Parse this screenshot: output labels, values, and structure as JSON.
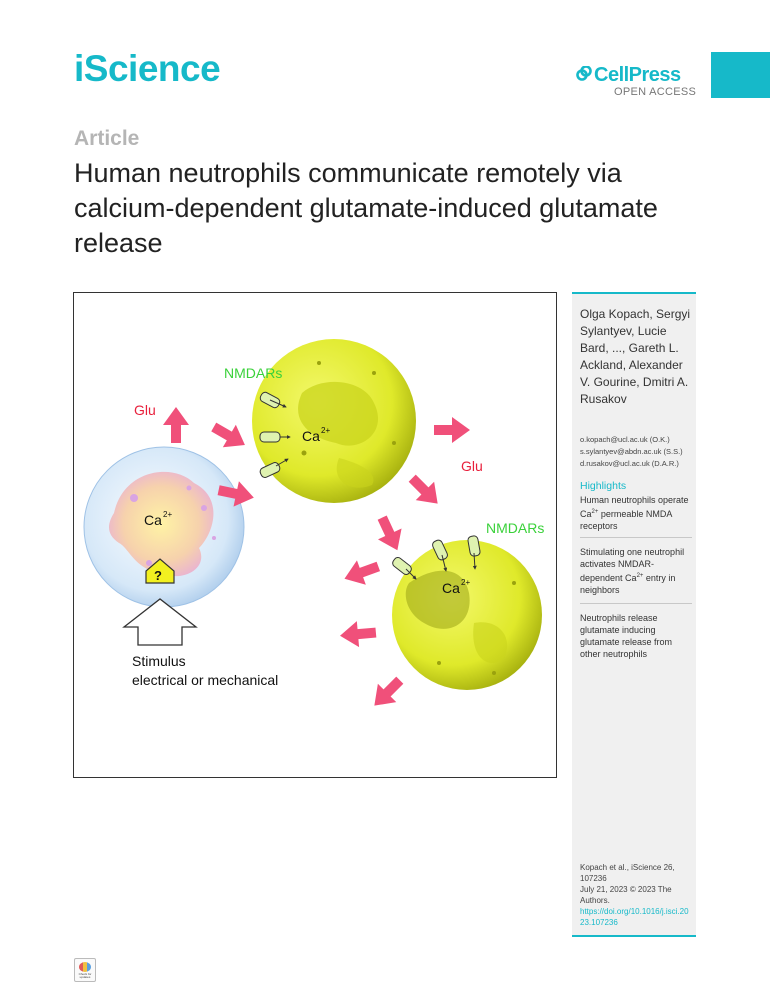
{
  "header": {
    "journal": "iScience",
    "publisher": "CellPress",
    "access": "OPEN ACCESS"
  },
  "article": {
    "type": "Article",
    "title": "Human neutrophils communicate remotely via calcium-dependent glutamate-induced glutamate release"
  },
  "figure": {
    "labels": {
      "nmdars_top": "NMDARs",
      "nmdars_right": "NMDARs",
      "glu_left": "Glu",
      "glu_right": "Glu",
      "ca_left": "Ca",
      "ca_top": "Ca",
      "ca_bottom": "Ca",
      "ca_sup": "2+",
      "question": "?",
      "stimulus": "Stimulus",
      "stimulus_type": "electrical or mechanical"
    },
    "colors": {
      "arrow": "#f0507a",
      "nmdar_label": "#3ad13a",
      "glu_label": "#e8203c",
      "cell_yellow": "#e4ef2c",
      "cell_left": "#cfe3f5"
    }
  },
  "sidebar": {
    "authors": "Olga Kopach, Sergyi Sylantyev, Lucie Bard, ..., Gareth L. Ackland, Alexander V. Gourine, Dmitri A. Rusakov",
    "emails": [
      "o.kopach@ucl.ac.uk (O.K.)",
      "s.sylantyev@abdn.ac.uk (S.S.)",
      "d.rusakov@ucl.ac.uk (D.A.R.)"
    ],
    "highlights_title": "Highlights",
    "highlights": [
      {
        "pre": "Human neutrophils operate Ca",
        "sup": "2+",
        "post": " permeable NMDA receptors"
      },
      {
        "pre": "Stimulating one neutrophil activates NMDAR-dependent Ca",
        "sup": "2+",
        "post": " entry in neighbors"
      },
      {
        "pre": "Neutrophils release glutamate inducing glutamate release from other neutrophils",
        "sup": "",
        "post": ""
      }
    ],
    "citation": "Kopach et al., iScience 26, 107236",
    "date": "July 21, 2023 © 2023 The Authors.",
    "doi": "https://doi.org/10.1016/j.isci.2023.107236"
  },
  "crossmark": "Check for updates"
}
